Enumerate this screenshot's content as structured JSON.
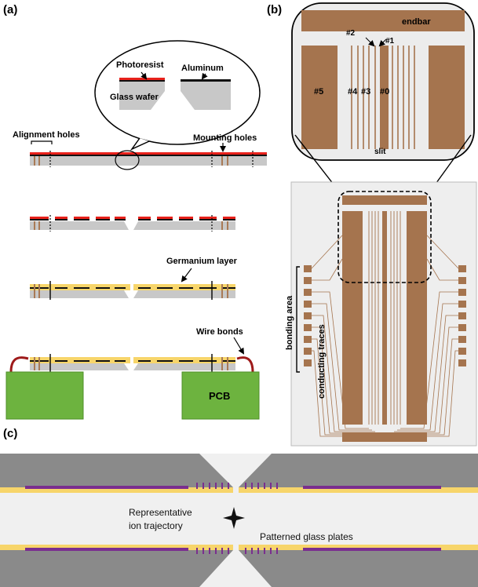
{
  "panels": {
    "a": {
      "label": "(a)",
      "callouts": {
        "photoresist": "Photoresist",
        "aluminum": "Aluminum",
        "glass_wafer": "Glass wafer",
        "alignment_holes": "Alignment holes",
        "mounting_holes": "Mounting holes",
        "germanium_layer": "Germanium layer",
        "wire_bonds": "Wire bonds",
        "pcb": "PCB"
      }
    },
    "b": {
      "label": "(b)",
      "electrodes": {
        "endbar": "endbar",
        "e2": "#2",
        "e1": "#1",
        "e5": "#5",
        "e4": "#4",
        "e3": "#3",
        "e0": "#0",
        "slit": "slit"
      },
      "side_labels": {
        "bonding_area": "bonding area",
        "conducting_traces": "conducting traces"
      }
    },
    "c": {
      "label": "(c)",
      "callouts": {
        "ion_trajectory": "Representative ion trajectory",
        "ion_trajectory_line1": "Representative",
        "ion_trajectory_line2": "ion trajectory",
        "glass_plates": "Patterned glass plates"
      }
    }
  },
  "colors": {
    "photoresist": "#e8211b",
    "aluminum": "#111111",
    "glass": "#c8c8c8",
    "copper": "#a97a56",
    "germanium": "#f7d56a",
    "wire": "#9e1a1a",
    "pcb": "#6db33f",
    "electrode": "#a5744e",
    "plate": "#8a8a8a",
    "purple": "#7a2e8f",
    "panel_b_bg": "#eeeeee"
  }
}
